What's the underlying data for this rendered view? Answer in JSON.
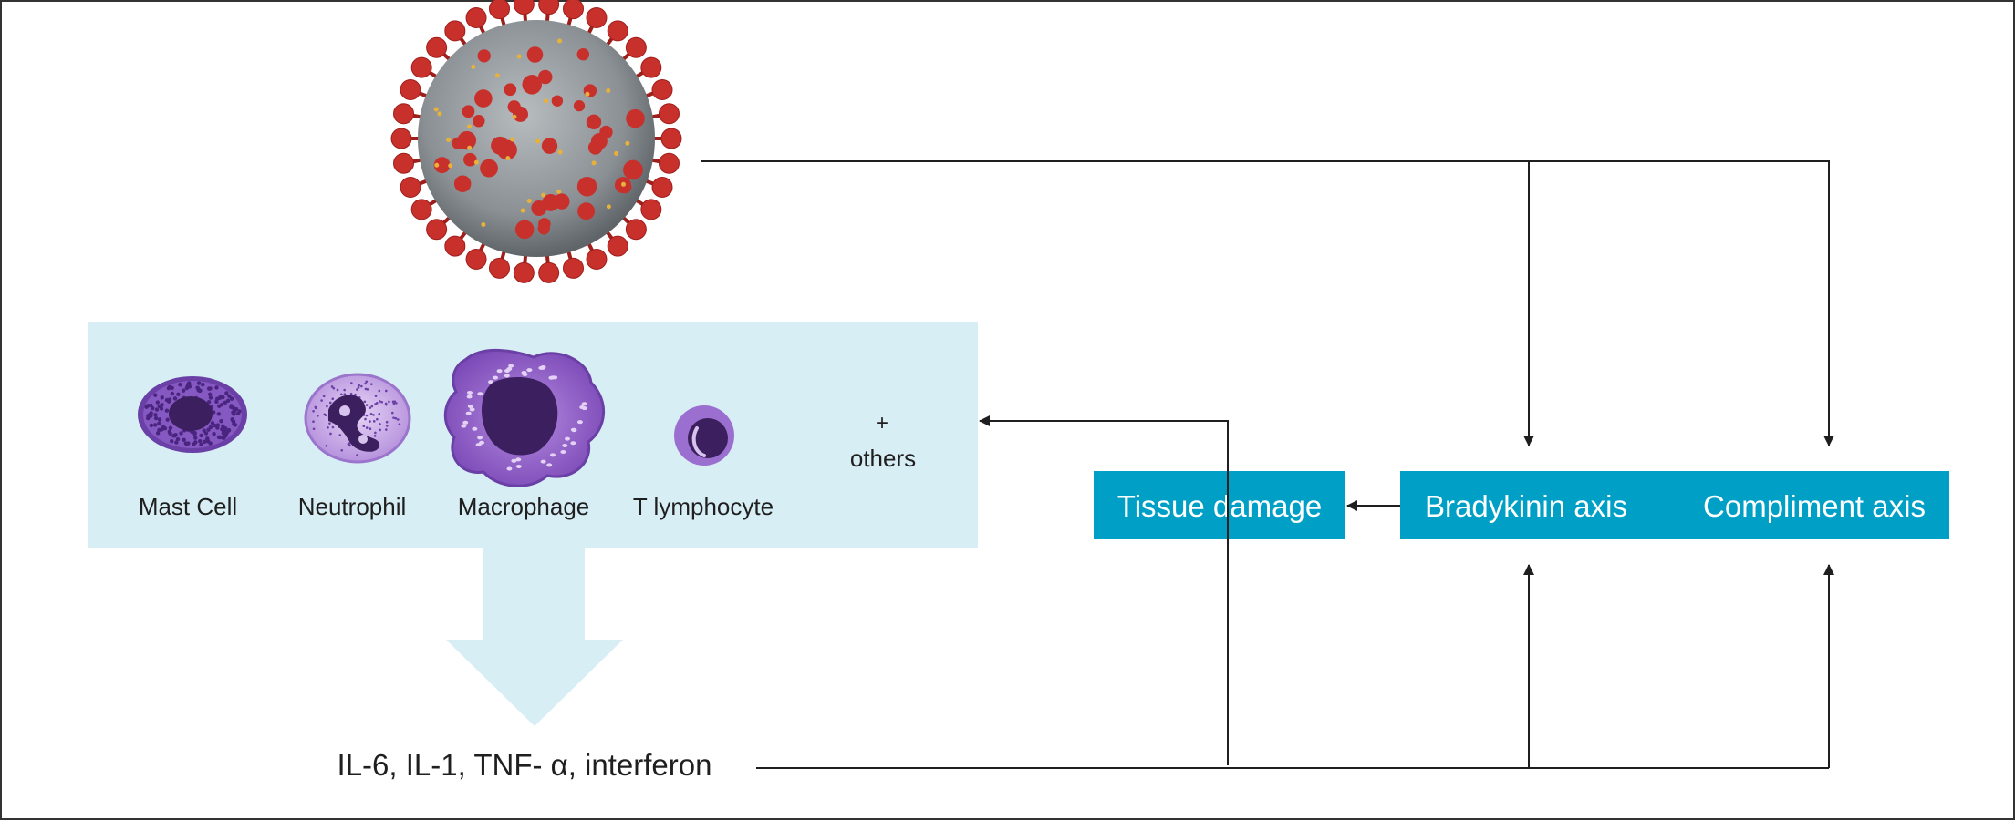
{
  "cells": {
    "mast_cell": "Mast Cell",
    "neutrophil": "Neutrophil",
    "macrophage": "Macrophage",
    "t_lymphocyte": "T lymphocyte",
    "plus": "+",
    "others": "others"
  },
  "boxes": {
    "tissue_damage": "Tissue damage",
    "bradykinin": "Bradykinin axis",
    "compliment": "Compliment axis"
  },
  "cytokines": "IL-6, IL-1, TNF- α, interferon",
  "colors": {
    "box_fill": "#00a0c6",
    "panel_fill": "#d8eef5",
    "cell_purple": "#7a4bb0",
    "cell_dark": "#3c1f5e",
    "virus_red": "#c8302c",
    "virus_gray": "#8e9498"
  }
}
